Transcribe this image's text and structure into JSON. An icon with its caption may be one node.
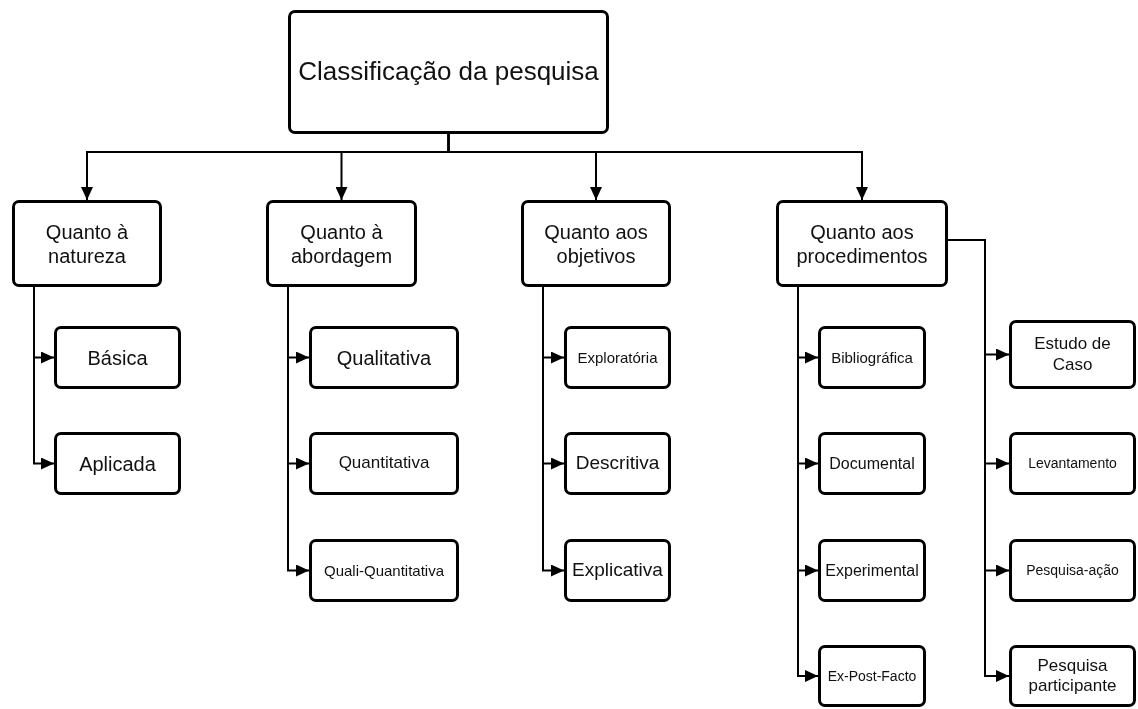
{
  "diagram": {
    "nodes": [
      {
        "text": [
          "Classificação da pesquisa"
        ]
      },
      {
        "text": [
          "Quanto à natureza"
        ]
      },
      {
        "text": [
          "Quanto à abordagem"
        ]
      },
      {
        "text": [
          "Quanto aos objetivos"
        ]
      },
      {
        "text": [
          "Quanto aos procedimentos"
        ]
      },
      {
        "text": [
          "Básica"
        ]
      },
      {
        "text": [
          "Aplicada"
        ]
      },
      {
        "text": [
          "Qualitativa"
        ]
      },
      {
        "text": [
          "Quantitativa"
        ]
      },
      {
        "text": [
          "Quali-Quantitativa"
        ]
      },
      {
        "text": [
          "Exploratória"
        ]
      },
      {
        "text": [
          "Descritiva"
        ]
      },
      {
        "text": [
          "Explicativa"
        ]
      },
      {
        "text": [
          "Bibliográfica"
        ]
      },
      {
        "text": [
          "Documental"
        ]
      },
      {
        "text": [
          "Experimental"
        ]
      },
      {
        "text": [
          "Ex-Post-Facto"
        ]
      },
      {
        "text": [
          "Estudo de Caso"
        ]
      },
      {
        "text": [
          "Levantamento"
        ]
      },
      {
        "text": [
          "Pesquisa-ação"
        ]
      },
      {
        "text": [
          "Pesquisa participante"
        ]
      }
    ],
    "edges": [
      {
        "from": 0,
        "to": 1,
        "arrow": "to"
      },
      {
        "from": 0,
        "to": 2,
        "arrow": "to"
      },
      {
        "from": 0,
        "to": 3,
        "arrow": "to"
      },
      {
        "from": 0,
        "to": 4,
        "arrow": "to"
      },
      {
        "from": 1,
        "to": 5,
        "arrow": "to"
      },
      {
        "from": 1,
        "to": 6,
        "arrow": "to"
      },
      {
        "from": 2,
        "to": 7,
        "arrow": "to"
      },
      {
        "from": 2,
        "to": 8,
        "arrow": "to"
      },
      {
        "from": 2,
        "to": 9,
        "arrow": "to"
      },
      {
        "from": 3,
        "to": 10,
        "arrow": "to"
      },
      {
        "from": 3,
        "to": 11,
        "arrow": "to"
      },
      {
        "from": 3,
        "to": 12,
        "arrow": "to"
      },
      {
        "from": 4,
        "to": 13,
        "arrow": "to"
      },
      {
        "from": 4,
        "to": 14,
        "arrow": "to"
      },
      {
        "from": 4,
        "to": 15,
        "arrow": "to"
      },
      {
        "from": 4,
        "to": 16,
        "arrow": "to"
      },
      {
        "from": 4,
        "to": 17,
        "arrow": "to"
      },
      {
        "from": 4,
        "to": 18,
        "arrow": "to"
      },
      {
        "from": 4,
        "to": 19,
        "arrow": "to"
      },
      {
        "from": 4,
        "to": 20,
        "arrow": "to"
      }
    ]
  }
}
